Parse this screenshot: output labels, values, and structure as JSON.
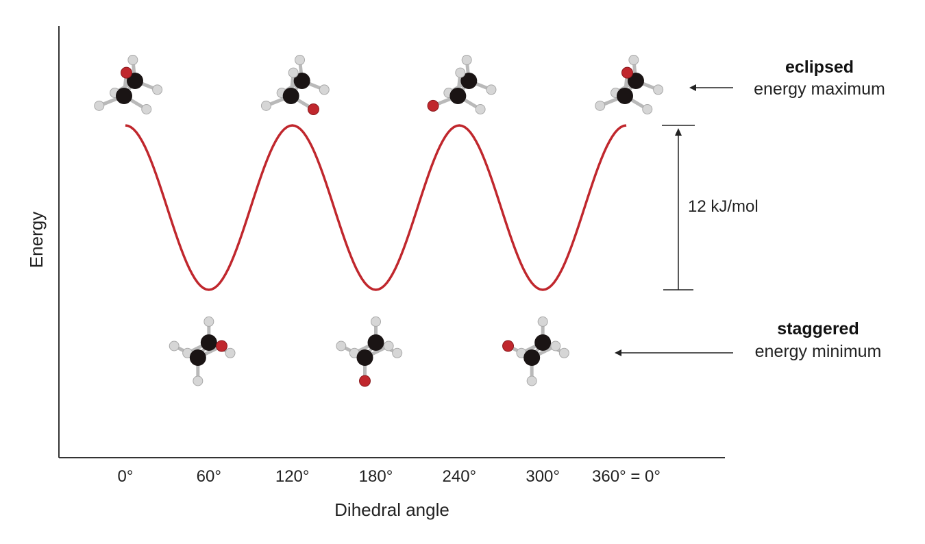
{
  "chart_data": {
    "type": "line",
    "xlabel": "Dihedral angle",
    "ylabel": "Energy",
    "x_ticks": [
      0,
      60,
      120,
      180,
      240,
      300,
      360
    ],
    "x_tick_labels": [
      "0°",
      "60°",
      "120°",
      "180°",
      "240°",
      "300°",
      "360° = 0°"
    ],
    "xlim": [
      0,
      360
    ],
    "ylim": [
      0,
      12
    ],
    "series": [
      {
        "color": "#c0272d",
        "x": [
          0,
          20,
          40,
          60,
          80,
          100,
          120,
          140,
          160,
          180,
          200,
          220,
          240,
          260,
          280,
          300,
          320,
          340,
          360
        ],
        "values": [
          12,
          9,
          3,
          0,
          3,
          9,
          12,
          9,
          3,
          0,
          3,
          9,
          12,
          9,
          3,
          0,
          3,
          9,
          12
        ]
      }
    ],
    "annotations": {
      "eclipsed_title": "eclipsed",
      "eclipsed_sub": "energy maximum",
      "staggered_title": "staggered",
      "staggered_sub": "energy minimum",
      "barrier_label": "12 kJ/mol",
      "barrier_value": 12
    },
    "conformers": {
      "eclipsed_angles": [
        0,
        120,
        240,
        360
      ],
      "staggered_angles": [
        60,
        180,
        300
      ]
    },
    "colors": {
      "curve": "#c0272d",
      "carbon": "#1a1414",
      "hydrogen": "#d6d6d6",
      "substituent": "#c0272d",
      "axis": "#333333"
    },
    "grid": false
  }
}
